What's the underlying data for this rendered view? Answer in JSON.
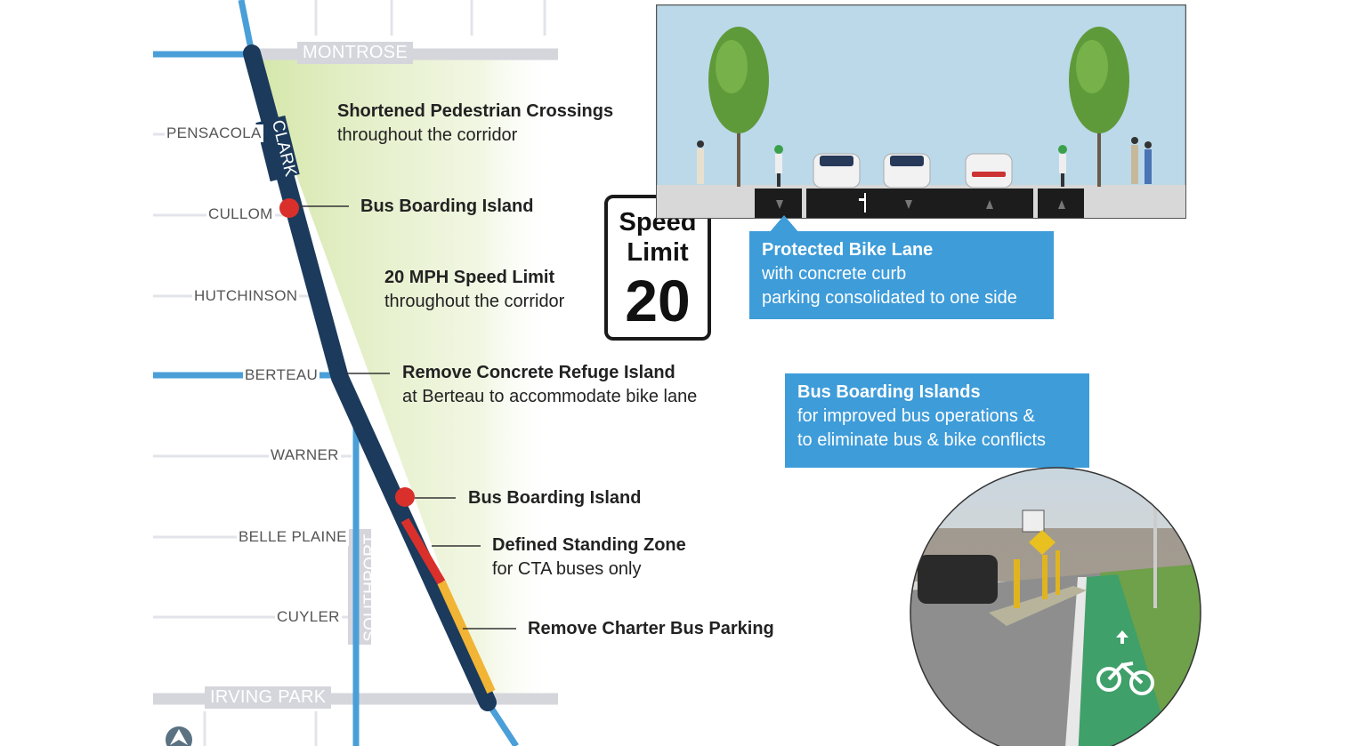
{
  "map": {
    "main_street": "CLARK",
    "side_street": "SOUTHPORT",
    "cross_streets": {
      "montrose": "MONTROSE",
      "pensacola": "PENSACOLA",
      "cullom": "CULLOM",
      "hutchinson": "HUTCHINSON",
      "berteau": "BERTEAU",
      "warner": "WARNER",
      "belle_plaine": "BELLE PLAINE",
      "cuyler": "CUYLER",
      "irving_park": "IRVING PARK"
    },
    "colors": {
      "corridor": "#1b3a5c",
      "bus_stop": "#d9302b",
      "standing_zone": "#d9302b",
      "charter_parking": "#f1b434",
      "bike_route": "#4a9fd8",
      "study_area": "#d4e6a8"
    }
  },
  "callouts": {
    "ped_crossings": {
      "title": "Shortened Pedestrian Crossings",
      "sub": "throughout the corridor"
    },
    "bus_island_1": {
      "title": "Bus Boarding Island"
    },
    "speed_limit": {
      "title": "20 MPH Speed Limit",
      "sub": "throughout the corridor"
    },
    "refuge_island": {
      "title": "Remove Concrete Refuge Island",
      "sub": "at Berteau to accommodate bike lane"
    },
    "bus_island_2": {
      "title": "Bus Boarding Island"
    },
    "standing_zone": {
      "title": "Defined Standing Zone",
      "sub": "for CTA buses only"
    },
    "charter_parking": {
      "title": "Remove Charter Bus Parking"
    }
  },
  "speed_sign": {
    "line1": "Speed",
    "line2": "Limit",
    "value": "20"
  },
  "bike_lane_box": {
    "title": "Protected Bike Lane",
    "line1": "with concrete curb",
    "line2": "parking consolidated to one side"
  },
  "bus_island_box": {
    "title": "Bus Boarding Islands",
    "line1": "for improved bus operations &",
    "line2": "to eliminate bus & bike conflicts"
  }
}
